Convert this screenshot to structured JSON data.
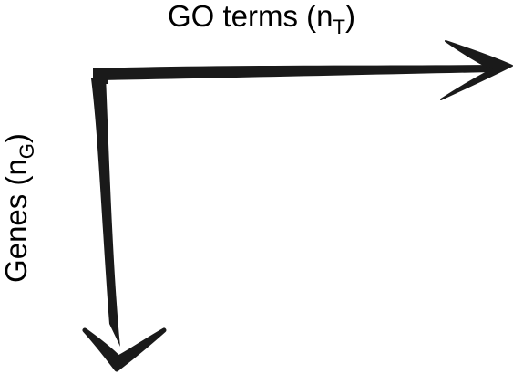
{
  "diagram": {
    "horizontal_axis": {
      "label_main": "GO terms (n",
      "label_subscript": "T",
      "label_close": ")"
    },
    "vertical_axis": {
      "label_main": "Genes (n",
      "label_subscript": "G",
      "label_close": ")"
    },
    "colors": {
      "arrow": "#1a1a1a",
      "text": "#000000",
      "background": "#ffffff"
    }
  }
}
